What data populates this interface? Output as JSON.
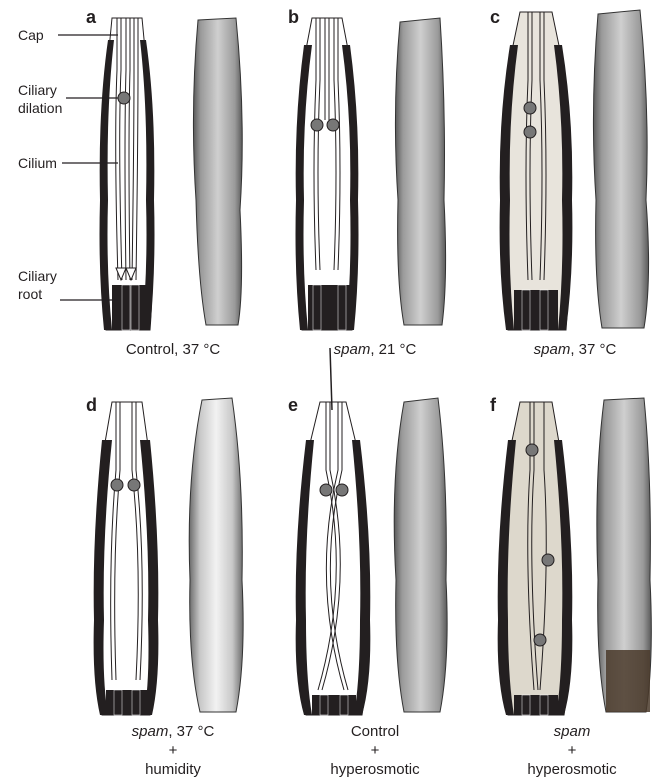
{
  "annotations": {
    "cap": "Cap",
    "ciliary_dilation_1": "Ciliary",
    "ciliary_dilation_2": "dilation",
    "cilium": "Cilium",
    "ciliary_root_1": "Ciliary",
    "ciliary_root_2": "root"
  },
  "panels": [
    {
      "letter": "a",
      "caption_italic": "",
      "caption": "Control, 37 °C",
      "line2": "",
      "line3": ""
    },
    {
      "letter": "b",
      "caption_italic": "spam",
      "caption": ", 21 °C",
      "line2": "",
      "line3": ""
    },
    {
      "letter": "c",
      "caption_italic": "spam",
      "caption": ", 37 °C",
      "line2": "",
      "line3": ""
    },
    {
      "letter": "d",
      "caption_italic": "spam",
      "caption": ", 37 °C",
      "line2": "+",
      "line3": "humidity"
    },
    {
      "letter": "e",
      "caption_italic": "",
      "caption": "Control",
      "line2": "+",
      "line3": "hyperosmotic"
    },
    {
      "letter": "f",
      "caption_italic": "spam",
      "caption": "",
      "line2": "+",
      "line3": "hyperosmotic"
    }
  ]
}
